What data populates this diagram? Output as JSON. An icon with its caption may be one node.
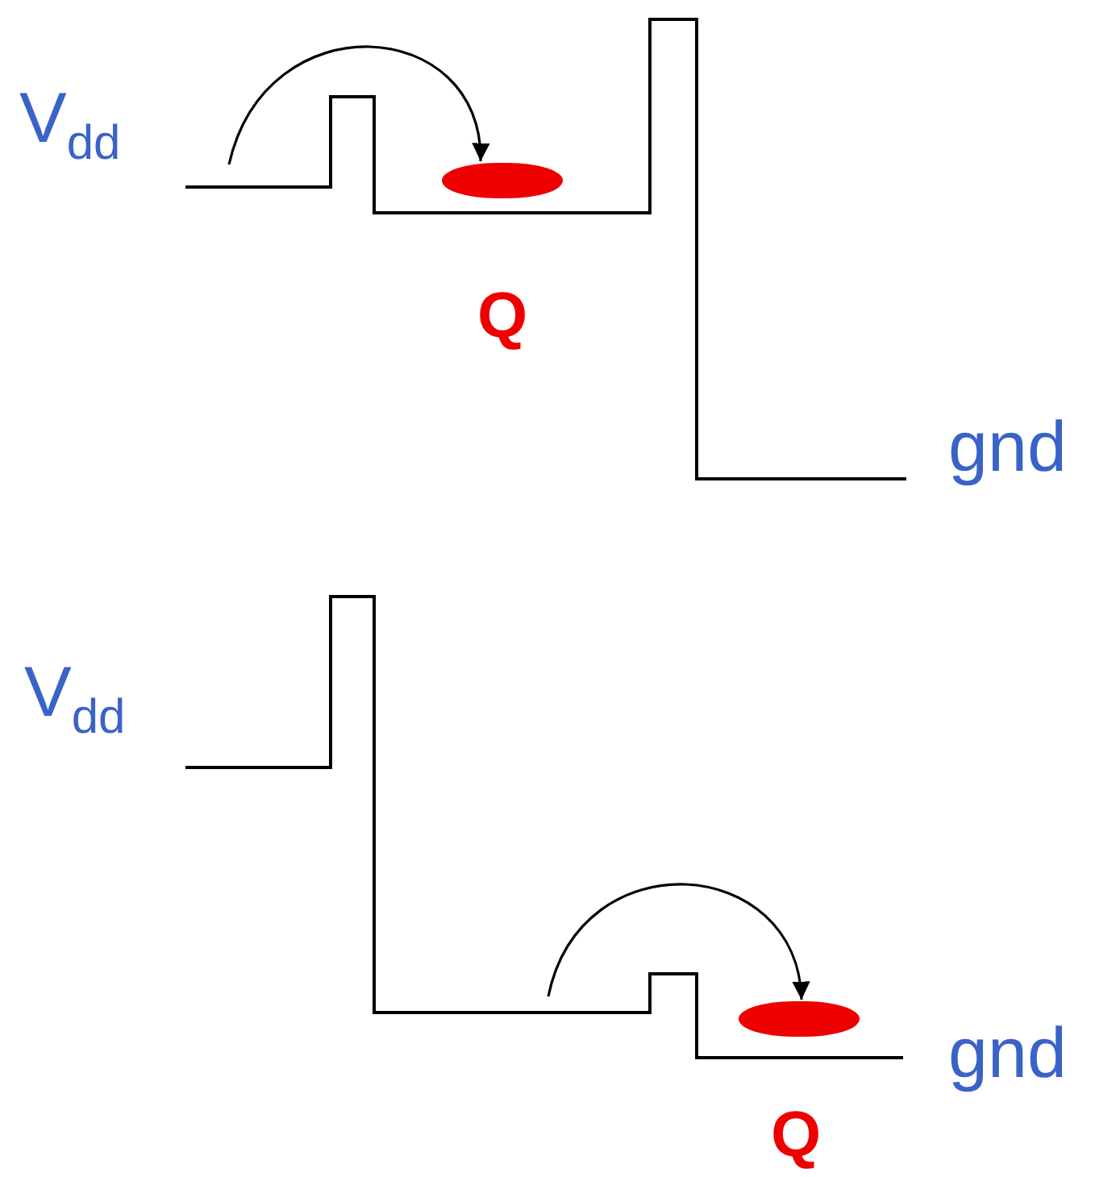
{
  "diagram": {
    "nodes": [
      {
        "text": [],
        "shape": "ellipse",
        "beside": [
          "Q"
        ]
      },
      {
        "text": [],
        "shape": "ellipse",
        "beside": [
          "Q"
        ]
      }
    ],
    "edges": [
      {
        "from": null,
        "to": 0,
        "arrow": "to"
      },
      {
        "from": null,
        "to": 1,
        "arrow": "to"
      }
    ],
    "labels": [
      "V$_{dd}$",
      "gnd",
      "V$_{dd}$",
      "gnd"
    ]
  }
}
